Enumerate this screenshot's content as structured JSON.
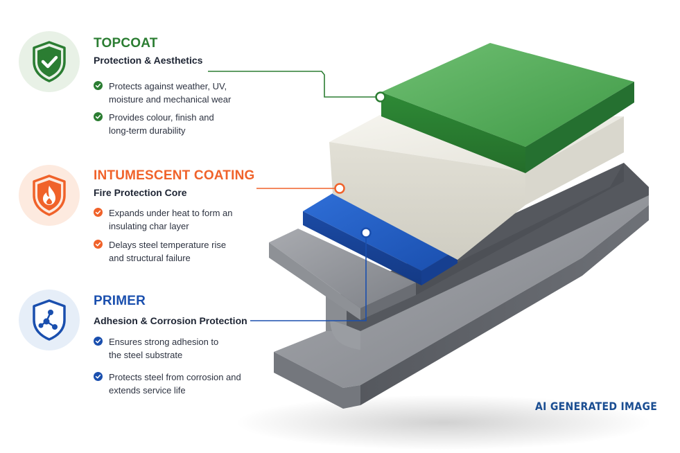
{
  "colors": {
    "topcoat": "#2b7d32",
    "intumescent": "#f0622a",
    "primer": "#1a4fae",
    "steel": "#7d8086",
    "white_layer": "#ecebe4",
    "watermark": "#1b4e92"
  },
  "sections": [
    {
      "id": "topcoat",
      "icon": "shield-check-icon",
      "title": "TOPCOAT",
      "subtitle": "Protection & Aesthetics",
      "bullets": [
        "Protects against weather, UV, moisture and mechanical wear",
        "Provides colour, finish and long-term durability"
      ]
    },
    {
      "id": "intumescent",
      "icon": "shield-flame-icon",
      "title": "INTUMESCENT COATING",
      "subtitle": "Fire Protection Core",
      "bullets": [
        "Expands under heat to form an insulating char layer",
        "Delays steel temperature rise and structural failure"
      ]
    },
    {
      "id": "primer",
      "icon": "shield-molecule-icon",
      "title": "PRIMER",
      "subtitle": "Adhesion & Corrosion Protection",
      "bullets": [
        "Ensures strong adhesion to the steel substrate",
        "Protects steel from corrosion and extends service life"
      ]
    }
  ],
  "watermark": "AI GENERATED IMAGE"
}
